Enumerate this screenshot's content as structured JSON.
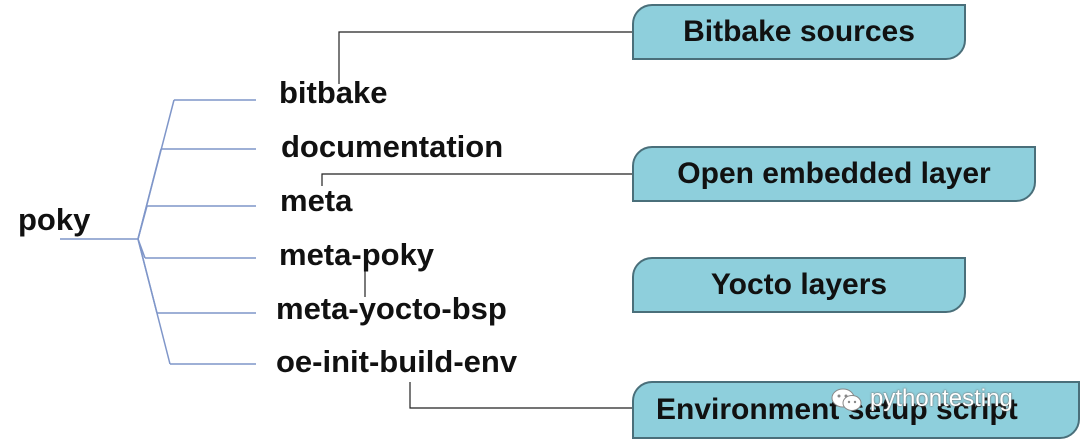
{
  "root": "poky",
  "items": [
    {
      "label": "bitbake"
    },
    {
      "label": "documentation"
    },
    {
      "label": "meta"
    },
    {
      "label": "meta-poky"
    },
    {
      "label": "meta-yocto-bsp"
    },
    {
      "label": "oe-init-build-env"
    }
  ],
  "callouts": [
    {
      "label": "Bitbake sources"
    },
    {
      "label": "Open embedded layer"
    },
    {
      "label": "Yocto layers"
    },
    {
      "label": "Environment setup script"
    }
  ],
  "watermark": {
    "text": "pythontesting",
    "icon": "wechat-icon"
  },
  "colors": {
    "box_fill": "#8ecfdc",
    "tree_line": "#7f96c9",
    "connector": "#222222"
  }
}
